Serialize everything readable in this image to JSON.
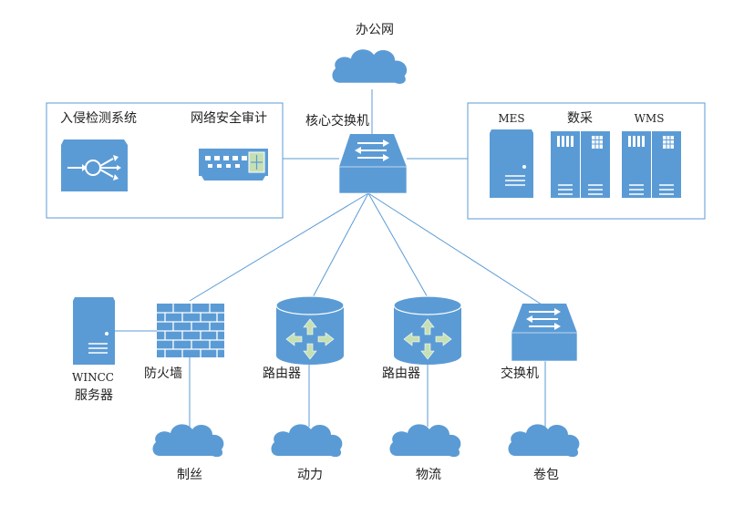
{
  "colors": {
    "primary": "#5b9bd5",
    "line": "#5b9bd5",
    "icon_light": "#ffffff",
    "arrow_green": "#c6e0b4"
  },
  "labels": {
    "office_net": "办公网",
    "core_switch": "核心交换机",
    "ids": "入侵检测系统",
    "audit": "网络安全审计",
    "mes": "MES",
    "data_collect": "数采",
    "wms": "WMS",
    "wincc_line1": "WINCC",
    "wincc_line2": "服务器",
    "firewall": "防火墙",
    "router1": "路由器",
    "router2": "路由器",
    "switch": "交换机",
    "net_zhisi": "制丝",
    "net_dongli": "动力",
    "net_wuliu": "物流",
    "net_juanbao": "卷包"
  },
  "icons": {
    "cloud": "cloud-icon",
    "switch": "switch-icon",
    "server": "server-icon",
    "firewall": "firewall-icon",
    "router": "router-icon",
    "ids": "intrusion-detection-icon",
    "audit": "audit-device-icon"
  }
}
